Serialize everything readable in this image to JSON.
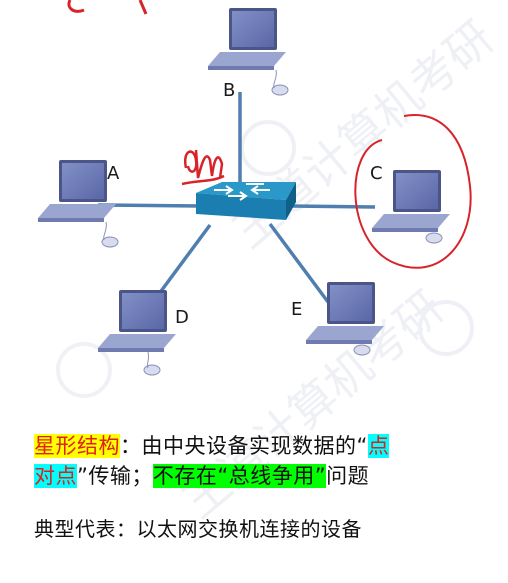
{
  "nodes": {
    "A": "A",
    "B": "B",
    "C": "C",
    "D": "D",
    "E": "E"
  },
  "text": {
    "line1_highlight": "星形结构",
    "line1_body": "：由中央设备实现数据的“",
    "line1_tail": "点",
    "line2_head": "对点",
    "line2_body": "”传输；",
    "line2_highlight": "不存在“总线争用”",
    "line2_tail": "问题",
    "line3": "典型代表：以太网交换机连接的设备"
  },
  "colors": {
    "link": "#4f7fae",
    "switch_top": "#1f86b5",
    "switch_side": "#0f5f88",
    "laptop_body": "#9aa6cf",
    "laptop_screen": "#6b78b6",
    "annotation": "#d8232a"
  }
}
